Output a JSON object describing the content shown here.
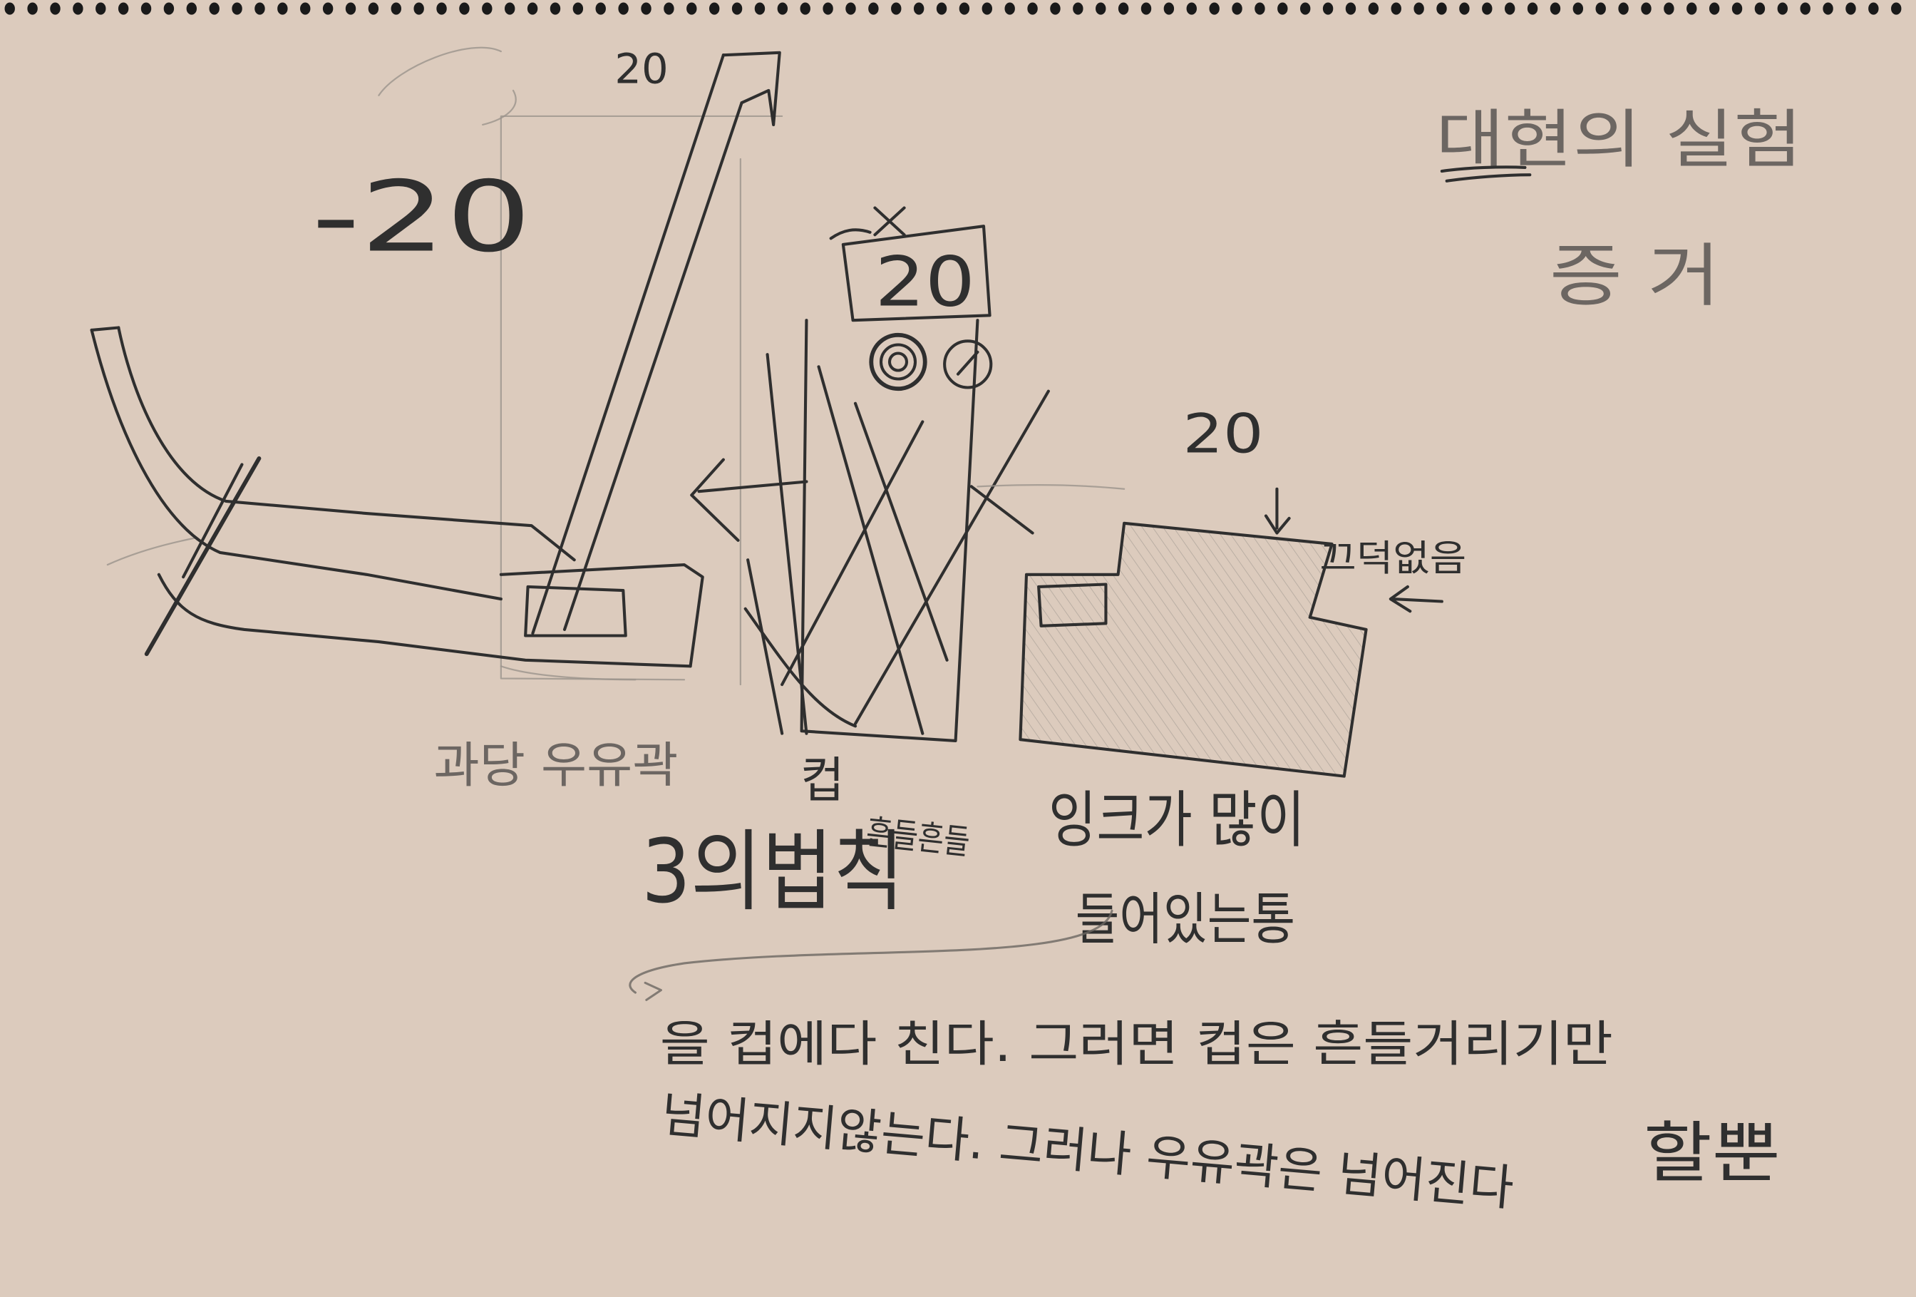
{
  "title": {
    "main": "대현의 실험",
    "sub": "증 거"
  },
  "numbers": {
    "stick_top": "20",
    "stick_left": "-20",
    "cup": "20",
    "ink_box": "20"
  },
  "labels": {
    "milk_carton": "과당 우유곽",
    "cup": "컵",
    "cup_wobble": "흔들흔들",
    "rule": "3의법칙",
    "ink_line1": "잉크가 많이",
    "ink_line2": "들어있는통",
    "no_tip": "끄덕없음"
  },
  "caption": {
    "line1": "을 컵에다 친다. 그러면 컵은 흔들거리기만",
    "line1_end": "할뿐",
    "line2": "넘어지지않는다. 그러나 우유곽은 넘어진다"
  },
  "colors": {
    "paper": "#dccbbd",
    "pencil": "#2f2f2f",
    "faint": "#9b938c",
    "binding": "#1a1a1a"
  }
}
